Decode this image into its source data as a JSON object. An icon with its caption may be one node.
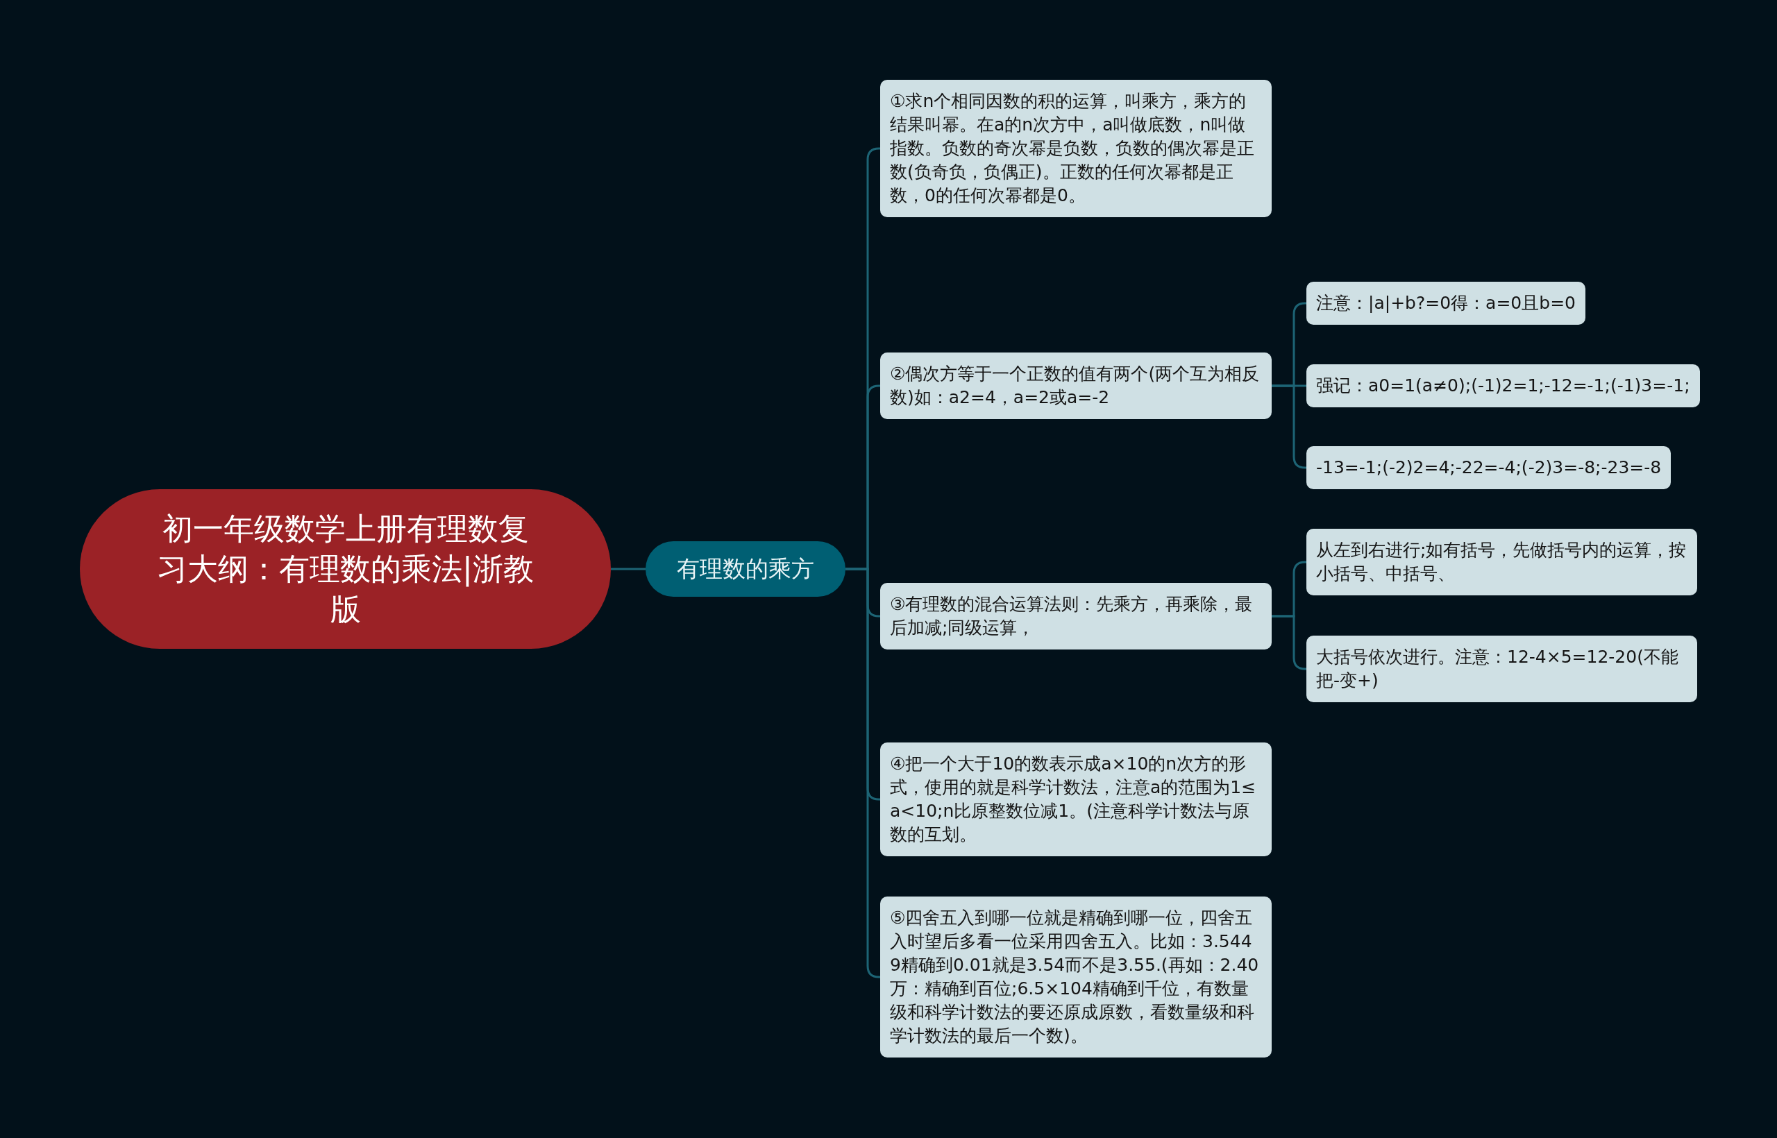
{
  "diagram": {
    "nodes": [
      {
        "text": [
          "初一年级数学上册有理数复习大纲：有理数的乘法|浙教版"
        ]
      },
      {
        "text": [
          "有理数的乘方"
        ]
      },
      {
        "text": [
          "①求n个相同因数的积的运算，叫乘方，乘方的结果叫幂。在a的n次方中，a叫做底数，n叫做指数。负数的奇次幂是负数，负数的偶次幂是正数(负奇负，负偶正)。正数的任何次幂都是正数，0的任何次幂都是0。"
        ]
      },
      {
        "text": [
          "②偶次方等于一个正数的值有两个(两个互为相反数)如：a2=4，a=2或a=-2"
        ]
      },
      {
        "text": [
          "③有理数的混合运算法则：先乘方，再乘除，最后加减;同级运算，"
        ]
      },
      {
        "text": [
          "④把一个大于10的数表示成a×10的n次方的形式，使用的就是科学计数法，注意a的范围为1≤a<10;n比原整数位减1。(注意科学计数法与原数的互划。"
        ]
      },
      {
        "text": [
          "⑤四舍五入到哪一位就是精确到哪一位，四舍五入时望后多看一位采用四舍五入。比如：3.5449精确到0.01就是3.54而不是3.55.(再如：2.40万：精确到百位;6.5×104精确到千位，有数量级和科学计数法的要还原成原数，看数量级和科学计数法的最后一个数)。"
        ]
      },
      {
        "text": [
          "注意：|a|+b?=0得：a=0且b=0"
        ]
      },
      {
        "text": [
          "强记：a0=1(a≠0);(-1)2=1;-12=-1;(-1)3=-1;"
        ]
      },
      {
        "text": [
          "-13=-1;(-2)2=4;-22=-4;(-2)3=-8;-23=-8"
        ]
      },
      {
        "text": [
          "从左到右进行;如有括号，先做括号内的运算，按小括号、中括号、"
        ]
      },
      {
        "text": [
          "大括号依次进行。注意：12-4×5=12-20(不能把-变+)"
        ]
      }
    ],
    "edges": [
      {
        "from": 0,
        "to": 1,
        "arrow": "none"
      },
      {
        "from": 1,
        "to": 2,
        "arrow": "none"
      },
      {
        "from": 1,
        "to": 3,
        "arrow": "none"
      },
      {
        "from": 1,
        "to": 4,
        "arrow": "none"
      },
      {
        "from": 1,
        "to": 5,
        "arrow": "none"
      },
      {
        "from": 1,
        "to": 6,
        "arrow": "none"
      },
      {
        "from": 3,
        "to": 7,
        "arrow": "none"
      },
      {
        "from": 3,
        "to": 8,
        "arrow": "none"
      },
      {
        "from": 3,
        "to": 9,
        "arrow": "none"
      },
      {
        "from": 4,
        "to": 10,
        "arrow": "none"
      },
      {
        "from": 4,
        "to": 11,
        "arrow": "none"
      }
    ]
  }
}
